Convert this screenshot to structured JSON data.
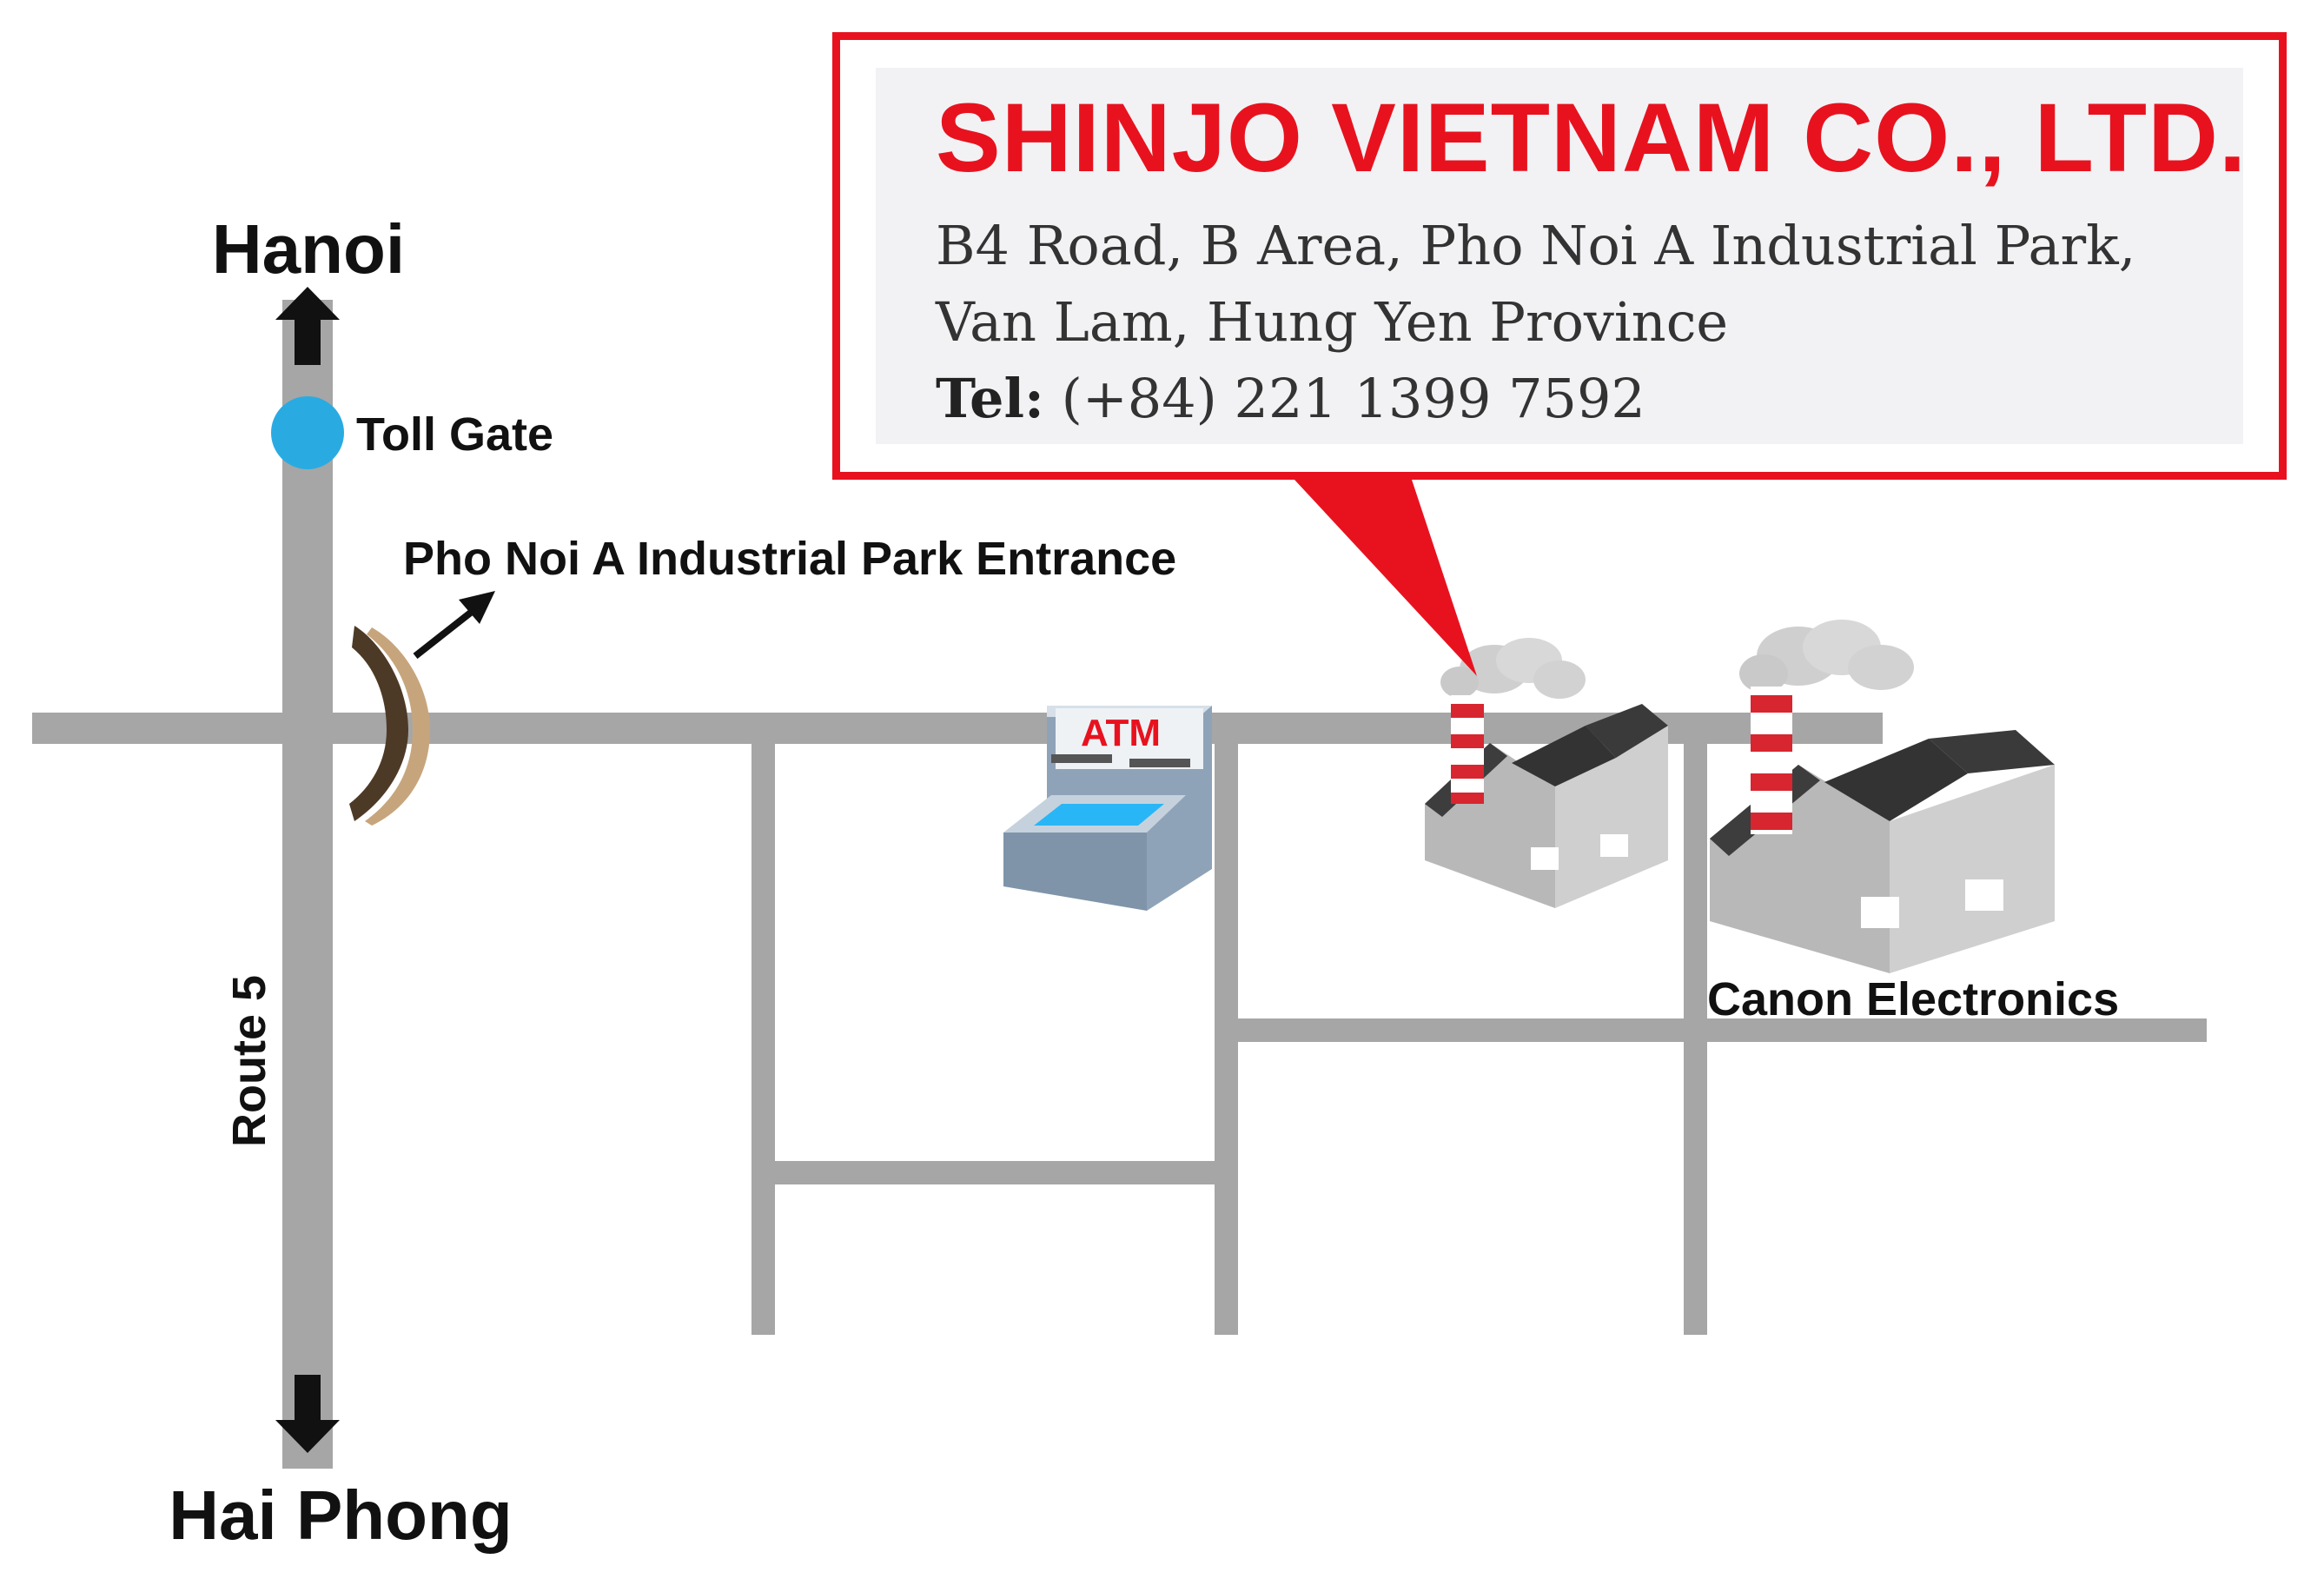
{
  "map": {
    "labels": {
      "north_city": "Hanoi",
      "south_city": "Hai Phong",
      "route": "Route 5",
      "toll_gate": "Toll Gate",
      "park_entrance": "Pho Noi A Industrial Park Entrance",
      "atm": "ATM",
      "neighbor_factory": "Canon Electronics"
    },
    "colors": {
      "road": "#a6a6a6",
      "toll_gate": "#29abe2",
      "accent_red": "#e8121f"
    },
    "icons": [
      "up-arrow-icon",
      "down-arrow-icon",
      "toll-gate-icon",
      "entrance-gate-icon",
      "atm-icon",
      "factory-icon"
    ]
  },
  "company": {
    "name": "SHINJO VIETNAM CO., LTD.",
    "address_line1": "B4 Road, B Area, Pho Noi A Industrial Park,",
    "address_line2": "Van Lam, Hung Yen Province",
    "tel_label": "Tel:",
    "tel_value": " (+84) 221 1399 7592"
  }
}
